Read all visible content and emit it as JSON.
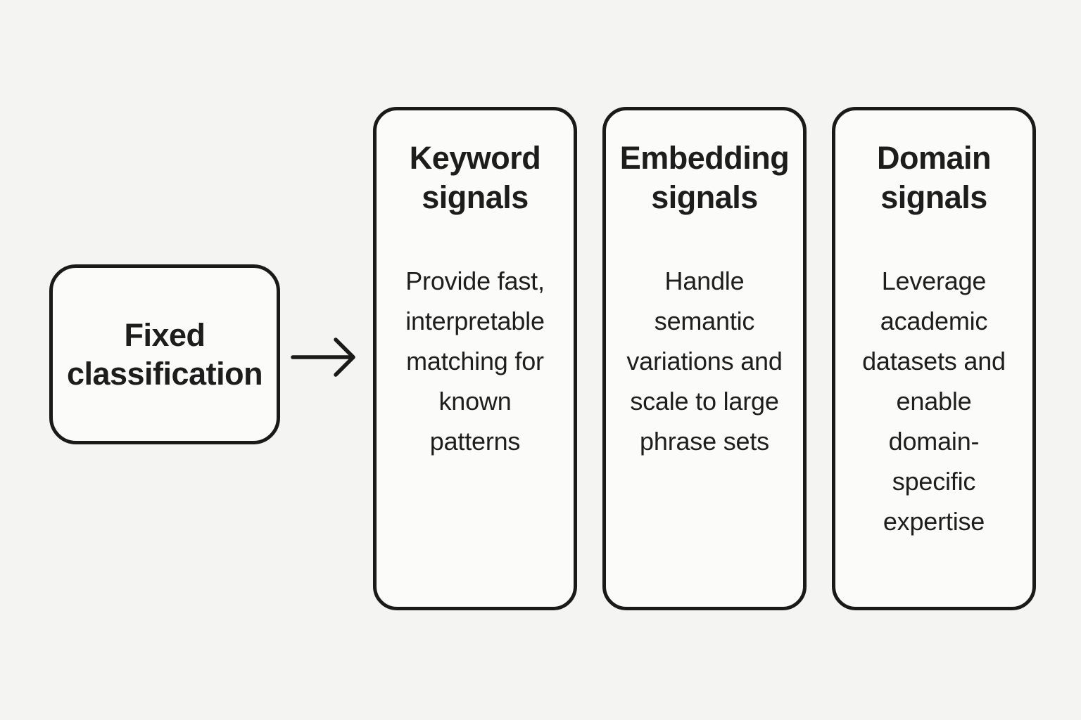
{
  "palette": {
    "background": "#f4f4f2",
    "node_fill": "#fbfbfa",
    "stroke": "#1a1a1a",
    "text": "#1d1d1d"
  },
  "diagram": {
    "source": {
      "label": "Fixed\nclassification"
    },
    "arrow": {
      "direction": "right"
    },
    "columns": [
      {
        "title": "Keyword\nsignals",
        "description": "Provide fast,\ninterpretable\nmatching for\nknown\npatterns"
      },
      {
        "title": "Embedding\nsignals",
        "description": "Handle\nsemantic\nvariations and\nscale to large\nphrase sets"
      },
      {
        "title": "Domain\nsignals",
        "description": "Leverage\nacademic\ndatasets and\nenable\ndomain-specific\nexpertise"
      }
    ]
  }
}
